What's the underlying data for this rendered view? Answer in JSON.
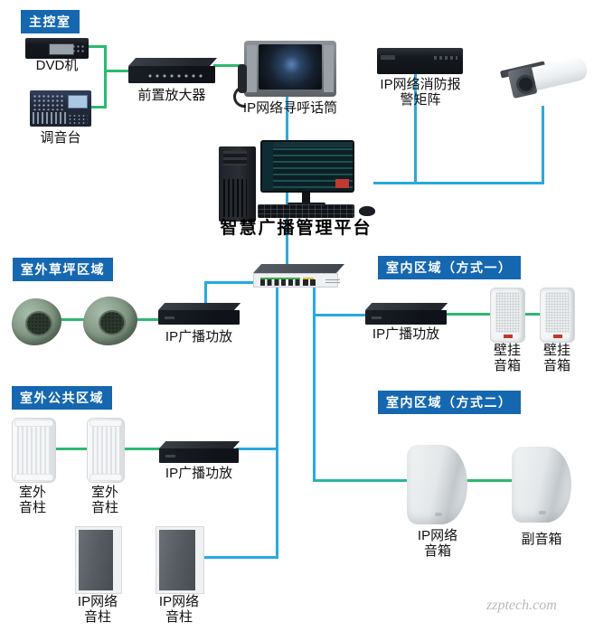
{
  "areas": {
    "main_control": "主控室",
    "lawn": "室外草坪区域",
    "indoor1": "室内区域（方式一）",
    "public": "室外公共区域",
    "indoor2": "室内区域（方式二）"
  },
  "labels": {
    "dvd": "DVD机",
    "mixer": "调音台",
    "preamp": "前置放大器",
    "paging_mic": "IP网络寻呼话筒",
    "fire_matrix_l1": "IP网络消防报",
    "fire_matrix_l2": "警矩阵",
    "platform": "智慧广播管理平台",
    "ip_amp": "IP广播功放",
    "wall_speaker_l1": "壁挂",
    "wall_speaker_l2": "音箱",
    "outdoor_column_l1": "室外",
    "outdoor_column_l2": "音柱",
    "ip_net_speaker_l1": "IP网络",
    "ip_net_speaker_l2": "音箱",
    "aux_speaker": "副音箱",
    "ip_net_column_l1": "IP网络",
    "ip_net_column_l2": "音柱"
  },
  "watermark": "zzptech.com",
  "colors": {
    "area_label_bg": "#1567b0",
    "line_audio_green": "#2eb872",
    "line_network_cyan": "#29a9e0",
    "line_network_teal": "#2cb3a8"
  }
}
